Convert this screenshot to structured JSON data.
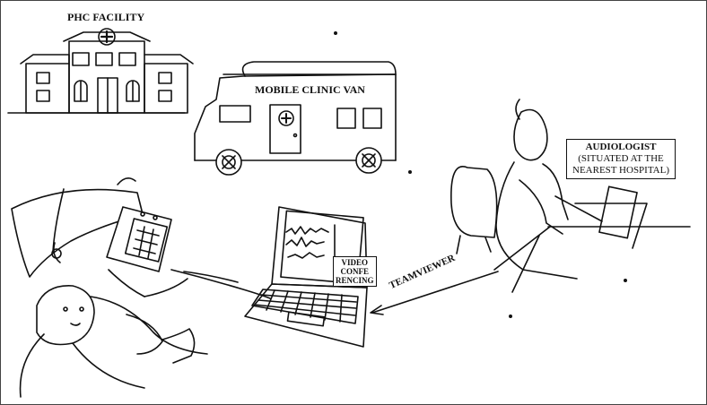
{
  "labels": {
    "phc_facility": "PHC FACILITY",
    "mobile_clinic_van": "MOBILE CLINIC VAN",
    "audiologist": "AUDIOLOGIST",
    "audiologist_location_1": "(SITUATED AT THE",
    "audiologist_location_2": "NEAREST HOSPITAL)",
    "teamviewer": "TEAMVIEWER",
    "video_line1": "VIDEO",
    "video_line2": "CONFE",
    "video_line3": "RENCING"
  },
  "colors": {
    "ink": "#111111",
    "background": "#ffffff"
  },
  "icons": {
    "cross": "medical-cross-icon",
    "arrow": "arrow-icon"
  }
}
